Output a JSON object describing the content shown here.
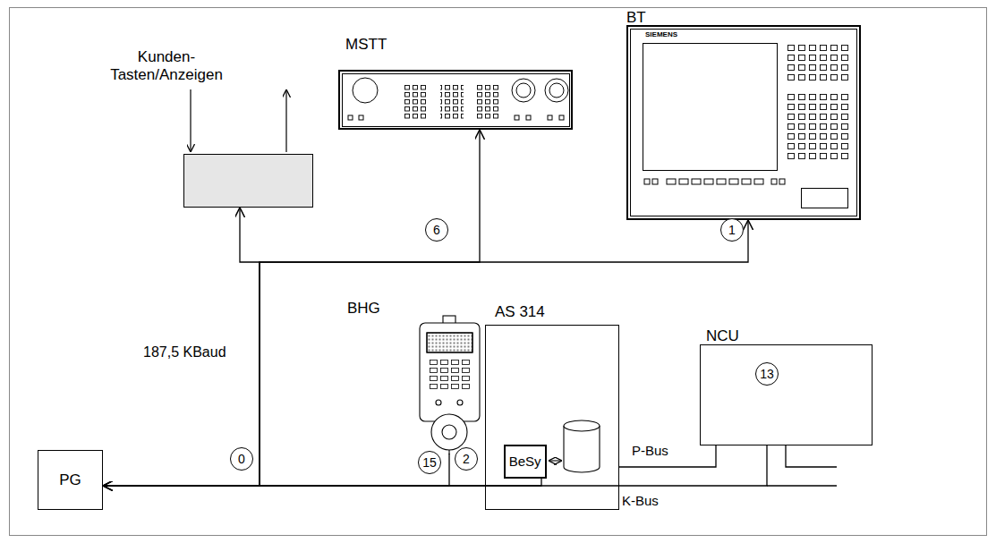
{
  "diagram": {
    "nodes": [
      {
        "text": [
          "Kunden- Tasten/Anzeigen"
        ]
      },
      {
        "text": [
          "MSTT"
        ]
      },
      {
        "text": [
          "BT"
        ]
      },
      {
        "text": [
          "BHG"
        ]
      },
      {
        "text": [
          "AS 314"
        ]
      },
      {
        "text": [
          "BeSy"
        ],
        "in": 4
      },
      {
        "text": [
          "NCU"
        ]
      },
      {
        "text": [
          "PG"
        ]
      }
    ],
    "edges": [
      {
        "from": 7,
        "to": 0,
        "arrow": "both"
      },
      {
        "from": 7,
        "to": 1,
        "arrow": "both"
      },
      {
        "from": 7,
        "to": 2,
        "arrow": "both"
      },
      {
        "from": 7,
        "to": 3,
        "arrow": "none"
      },
      {
        "from": 7,
        "to": 5,
        "arrow": "none"
      },
      {
        "from": 7,
        "to": 6,
        "arrow": "none"
      },
      {
        "from": 4,
        "to": 6,
        "label": "P-Bus",
        "arrow": "none"
      }
    ],
    "labels": [
      "SIEMENS",
      "6",
      "1",
      "187,5 KBaud",
      "13",
      "0",
      "15",
      "2",
      "K-Bus"
    ]
  }
}
